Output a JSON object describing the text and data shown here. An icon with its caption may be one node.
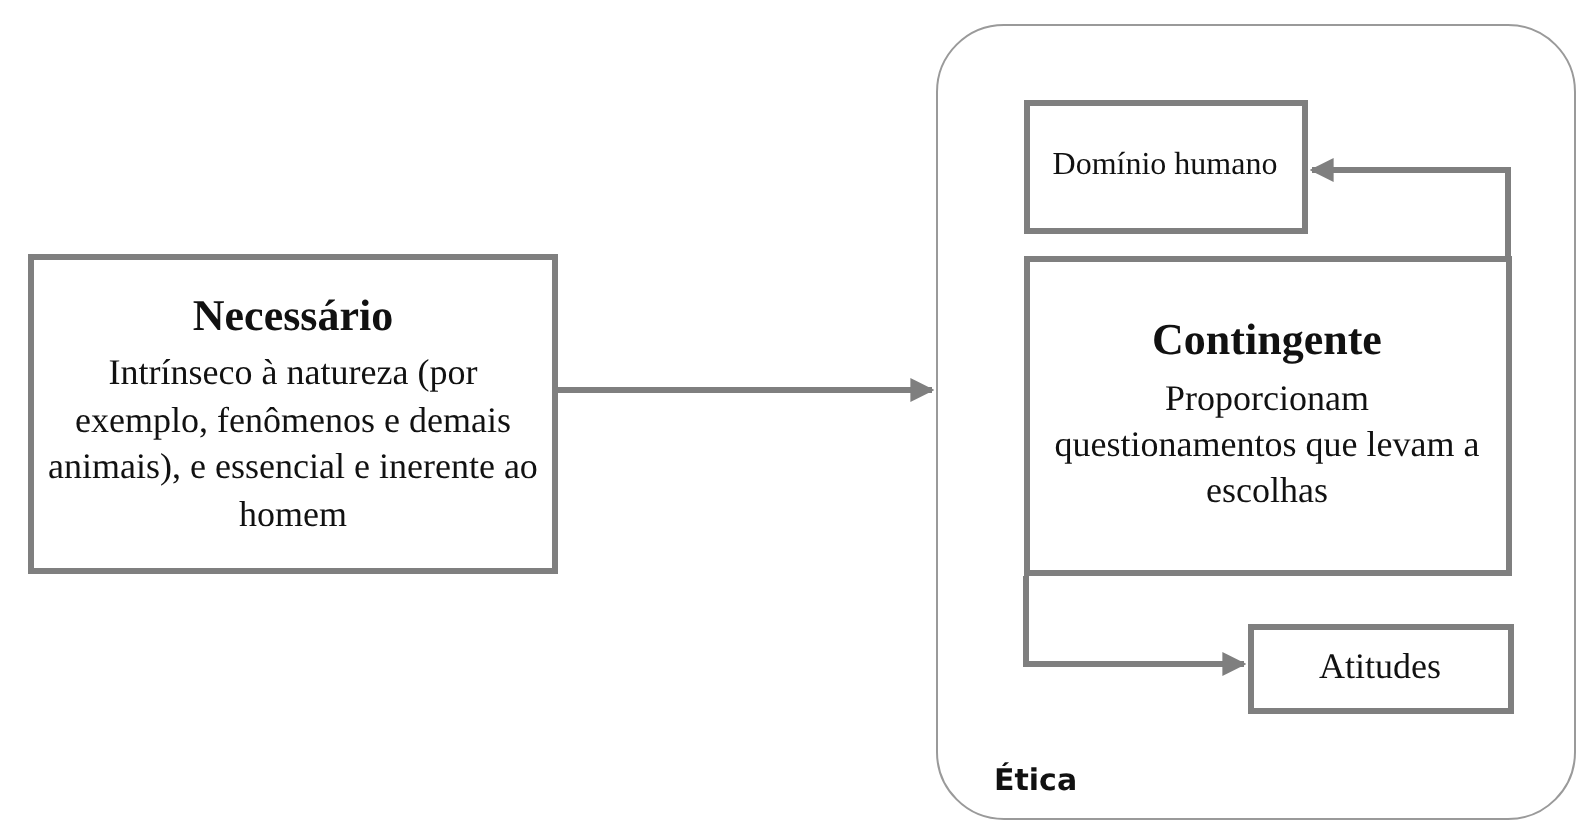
{
  "diagram": {
    "nodes": [
      {
        "text": [
          "Necessário",
          "Intrínseco à natureza (por exemplo, fenômenos e demais animais), e essencial e inerente ao homem"
        ]
      },
      {
        "text": [
          "Ética"
        ]
      },
      {
        "text": [
          "Domínio humano"
        ],
        "in": 1
      },
      {
        "text": [
          "Contingente",
          "Proporcionam questionamentos que levam a escolhas"
        ],
        "in": 1
      },
      {
        "text": [
          "Atitudes"
        ],
        "in": 1
      }
    ],
    "edges": [
      {
        "from": 0,
        "to": 1,
        "arrow": "to"
      },
      {
        "from": 3,
        "to": 2,
        "arrow": "to"
      },
      {
        "from": 3,
        "to": 4,
        "arrow": "to"
      }
    ]
  }
}
